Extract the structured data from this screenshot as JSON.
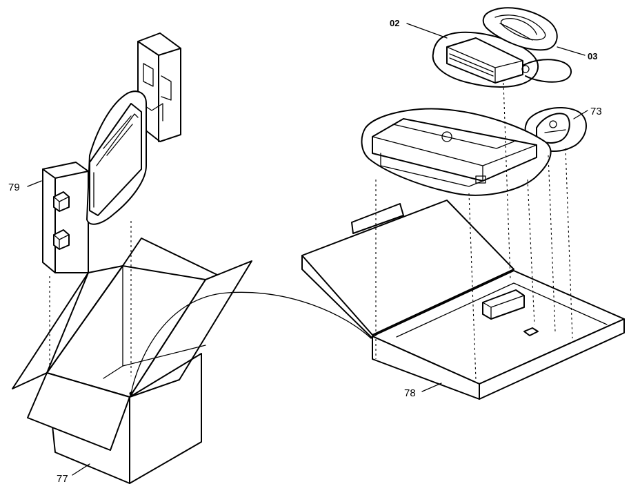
{
  "callouts": {
    "adapter": "02",
    "cord": "03",
    "mouse": "73",
    "tray": "78",
    "carton": "77",
    "end_caps": "79"
  }
}
